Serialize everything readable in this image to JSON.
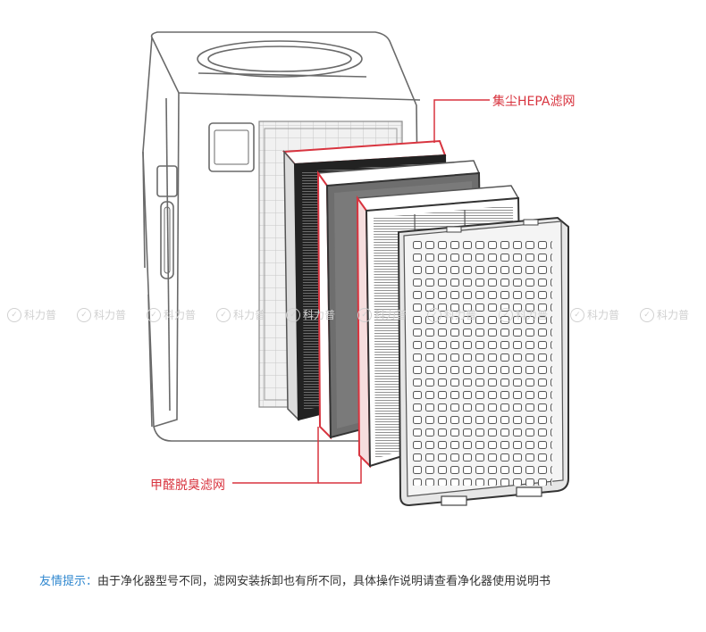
{
  "labels": {
    "hepa_filter": "集尘HEPA滤网",
    "formaldehyde_filter": "甲醛脱臭滤网"
  },
  "watermark": {
    "text": "科力普",
    "count": 10
  },
  "tip": {
    "label": "友情提示：",
    "text": "由于净化器型号不同，滤网安装拆卸也有所不同，具体操作说明请查看净化器使用说明书"
  },
  "colors": {
    "callout_red": "#d8343f",
    "tip_blue": "#2f87cf",
    "line_art": "#555555"
  }
}
